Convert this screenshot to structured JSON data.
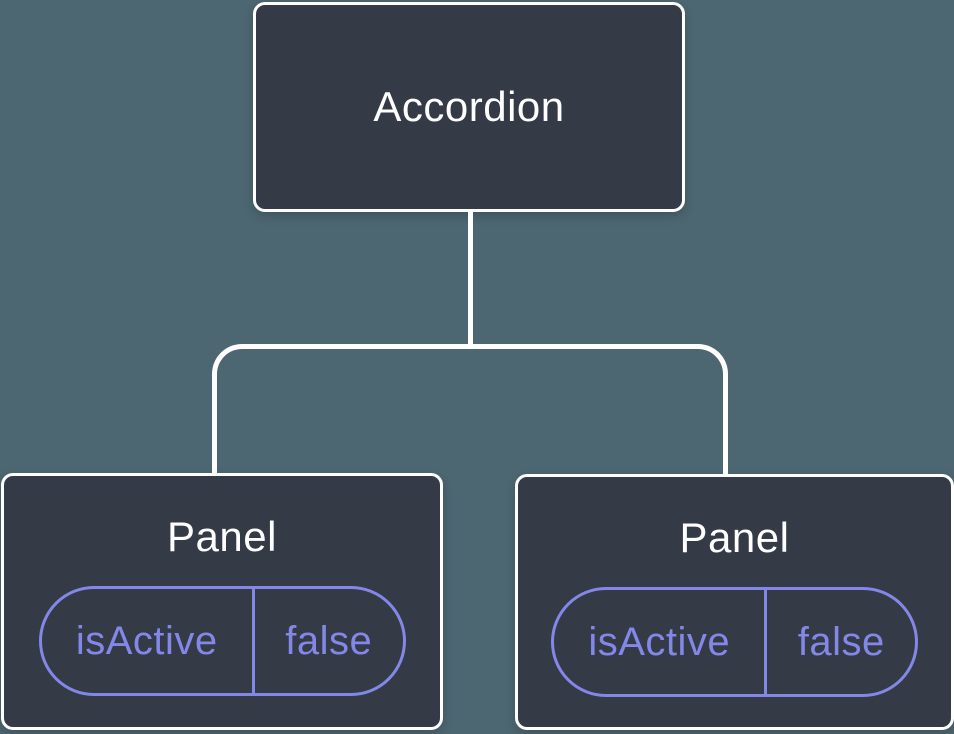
{
  "diagram": {
    "type": "component-tree",
    "colors": {
      "background": "#4C6771",
      "node_fill": "#343A46",
      "line": "#FFFFFF",
      "accent": "#8388E8"
    },
    "root": {
      "label": "Accordion"
    },
    "panels": [
      {
        "title": "Panel",
        "state": {
          "key": "isActive",
          "value": "false"
        }
      },
      {
        "title": "Panel",
        "state": {
          "key": "isActive",
          "value": "false"
        }
      }
    ]
  }
}
